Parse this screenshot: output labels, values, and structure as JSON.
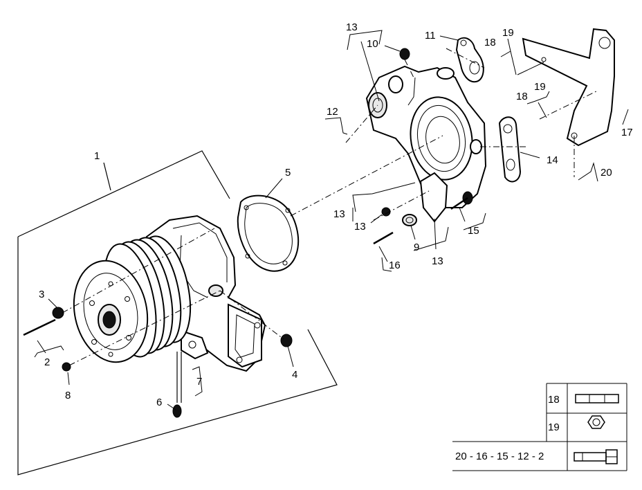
{
  "callouts": [
    {
      "id": "c1",
      "text": "1"
    },
    {
      "id": "c2",
      "text": "2"
    },
    {
      "id": "c3",
      "text": "3"
    },
    {
      "id": "c4",
      "text": "4"
    },
    {
      "id": "c5",
      "text": "5"
    },
    {
      "id": "c6",
      "text": "6"
    },
    {
      "id": "c7",
      "text": "7"
    },
    {
      "id": "c8",
      "text": "8"
    },
    {
      "id": "c9",
      "text": "9"
    },
    {
      "id": "c10",
      "text": "10"
    },
    {
      "id": "c11",
      "text": "11"
    },
    {
      "id": "c12",
      "text": "12"
    },
    {
      "id": "c13a",
      "text": "13"
    },
    {
      "id": "c13b",
      "text": "13"
    },
    {
      "id": "c13c",
      "text": "13"
    },
    {
      "id": "c13d",
      "text": "13"
    },
    {
      "id": "c14",
      "text": "14"
    },
    {
      "id": "c15",
      "text": "15"
    },
    {
      "id": "c16",
      "text": "16"
    },
    {
      "id": "c17",
      "text": "17"
    },
    {
      "id": "c18a",
      "text": "18"
    },
    {
      "id": "c18b",
      "text": "18"
    },
    {
      "id": "c19a",
      "text": "19"
    },
    {
      "id": "c19b",
      "text": "19"
    },
    {
      "id": "c20",
      "text": "20"
    }
  ],
  "legend": {
    "rows": [
      {
        "label": "18",
        "icon": "washer-icon"
      },
      {
        "label": "19",
        "icon": "hex-nut-icon"
      },
      {
        "label": "20 - 16 - 15 - 12 - 2",
        "icon": "bolt-icon"
      }
    ]
  }
}
